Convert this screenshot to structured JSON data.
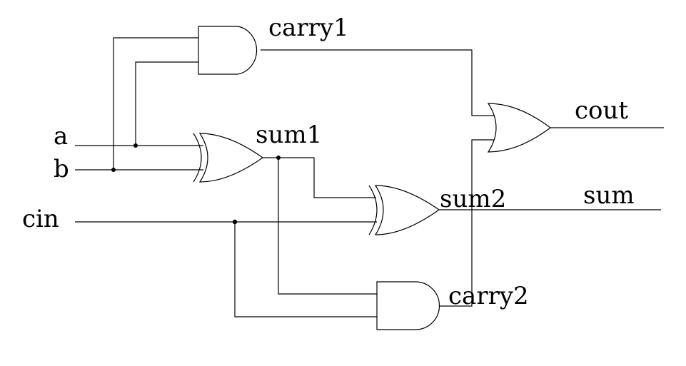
{
  "circuit": {
    "inputs": {
      "a": "a",
      "b": "b",
      "cin": "cin"
    },
    "signals": {
      "carry1": "carry1",
      "sum1": "sum1",
      "sum2": "sum2",
      "carry2": "carry2",
      "cout": "cout",
      "sum": "sum"
    },
    "gates": [
      {
        "id": "and1",
        "type": "AND"
      },
      {
        "id": "xor1",
        "type": "XOR"
      },
      {
        "id": "xor2",
        "type": "XOR"
      },
      {
        "id": "and2",
        "type": "AND"
      },
      {
        "id": "or1",
        "type": "OR"
      }
    ]
  }
}
